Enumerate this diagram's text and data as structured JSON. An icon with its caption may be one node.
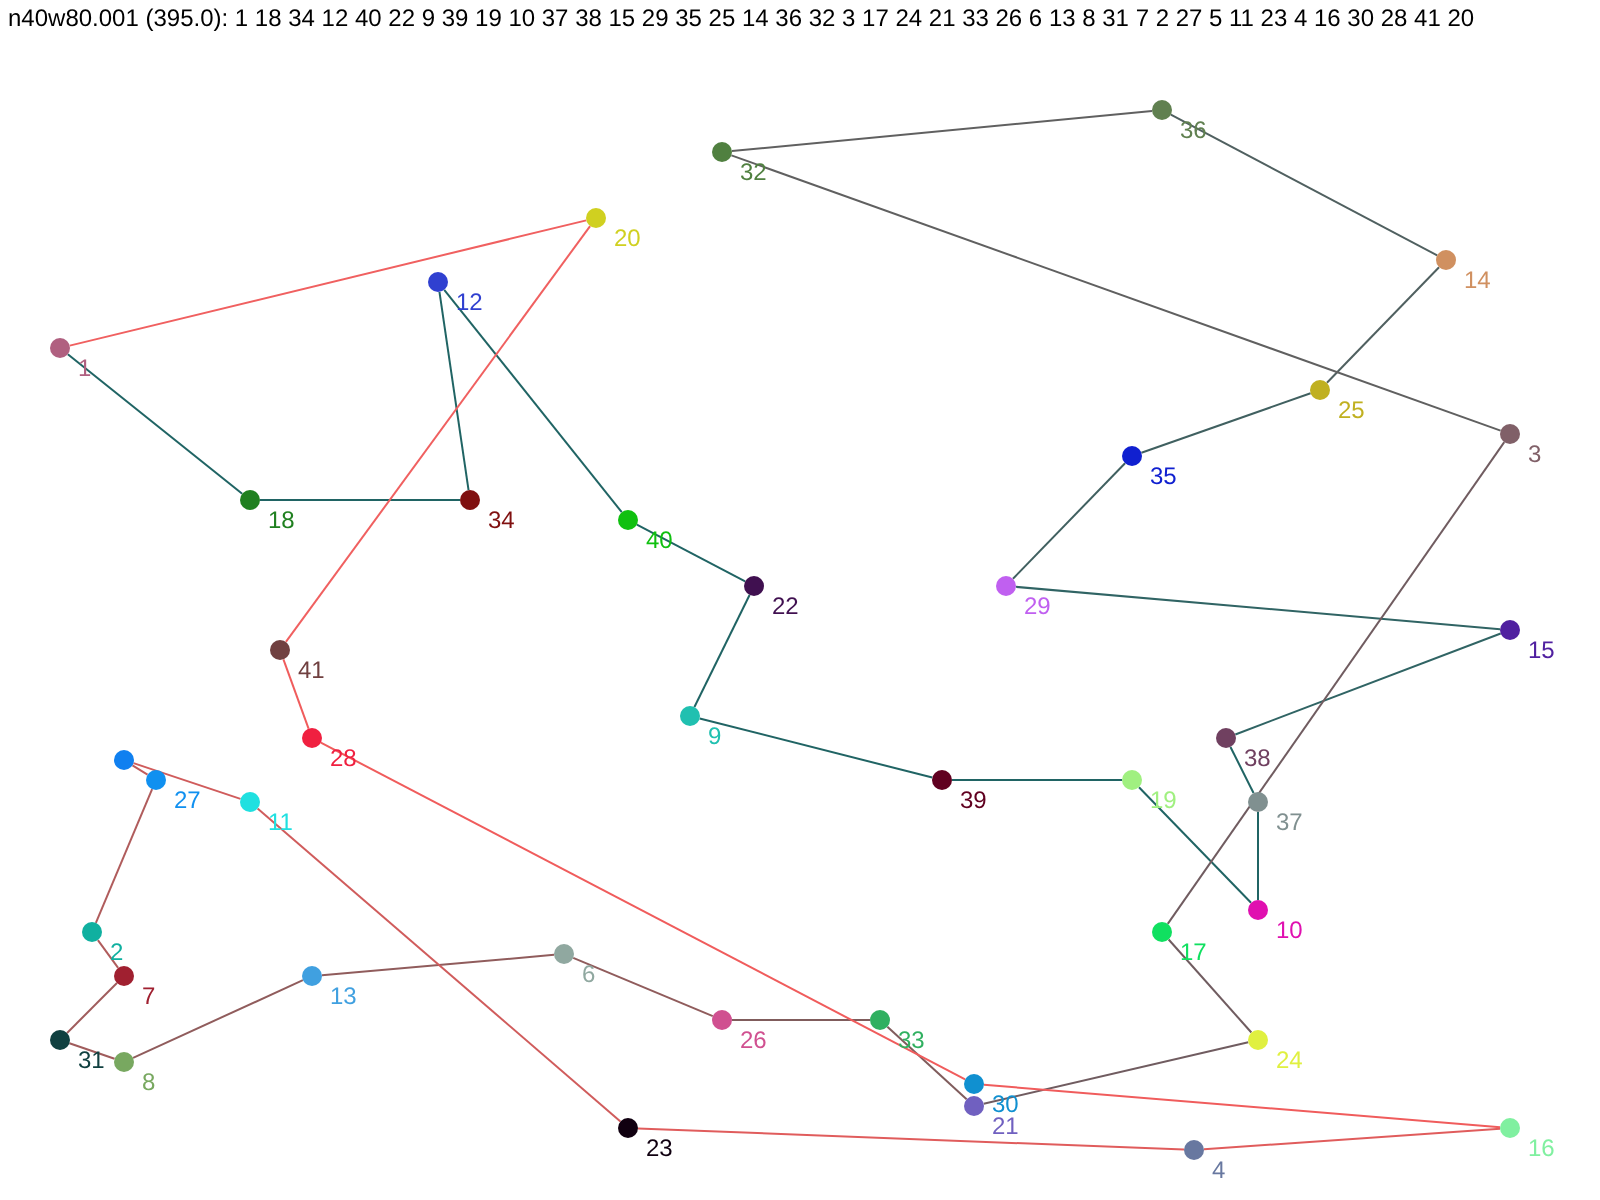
{
  "diagram": {
    "title": "n40w80.001 (395.0): 1 18 34 12 40 22 9 39 19 10 37 38 15 29 35 25 14 36 32 3 17 24 21 33 26 6 13 8 31 7 2 27 5 11 23 4 16 30 28 41 20",
    "nodes": [
      {
        "text": [],
        "shape": "circle",
        "beside": [
          "1"
        ]
      },
      {
        "text": [],
        "shape": "circle",
        "beside": [
          "2"
        ]
      },
      {
        "text": [],
        "shape": "circle",
        "beside": [
          "3"
        ]
      },
      {
        "text": [],
        "shape": "circle",
        "beside": [
          "4"
        ]
      },
      {
        "text": [],
        "shape": "circle"
      },
      {
        "text": [],
        "shape": "circle",
        "beside": [
          "6"
        ]
      },
      {
        "text": [],
        "shape": "circle",
        "beside": [
          "7"
        ]
      },
      {
        "text": [],
        "shape": "circle",
        "beside": [
          "8"
        ]
      },
      {
        "text": [],
        "shape": "circle",
        "beside": [
          "9"
        ]
      },
      {
        "text": [],
        "shape": "circle",
        "beside": [
          "10"
        ]
      },
      {
        "text": [],
        "shape": "circle",
        "beside": [
          "11"
        ]
      },
      {
        "text": [],
        "shape": "circle",
        "beside": [
          "12"
        ]
      },
      {
        "text": [],
        "shape": "circle",
        "beside": [
          "13"
        ]
      },
      {
        "text": [],
        "shape": "circle",
        "beside": [
          "14"
        ]
      },
      {
        "text": [],
        "shape": "circle",
        "beside": [
          "15"
        ]
      },
      {
        "text": [],
        "shape": "circle",
        "beside": [
          "16"
        ]
      },
      {
        "text": [],
        "shape": "circle",
        "beside": [
          "17"
        ]
      },
      {
        "text": [],
        "shape": "circle",
        "beside": [
          "18"
        ]
      },
      {
        "text": [],
        "shape": "circle",
        "beside": [
          "19"
        ]
      },
      {
        "text": [],
        "shape": "circle",
        "beside": [
          "20"
        ]
      },
      {
        "text": [],
        "shape": "circle",
        "beside": [
          "21"
        ]
      },
      {
        "text": [],
        "shape": "circle",
        "beside": [
          "22"
        ]
      },
      {
        "text": [],
        "shape": "circle",
        "beside": [
          "23"
        ]
      },
      {
        "text": [],
        "shape": "circle",
        "beside": [
          "24"
        ]
      },
      {
        "text": [],
        "shape": "circle",
        "beside": [
          "25"
        ]
      },
      {
        "text": [],
        "shape": "circle",
        "beside": [
          "26"
        ]
      },
      {
        "text": [],
        "shape": "circle",
        "beside": [
          "27"
        ]
      },
      {
        "text": [],
        "shape": "circle",
        "beside": [
          "28"
        ]
      },
      {
        "text": [],
        "shape": "circle",
        "beside": [
          "29"
        ]
      },
      {
        "text": [],
        "shape": "circle",
        "beside": [
          "30"
        ]
      },
      {
        "text": [],
        "shape": "circle",
        "beside": [
          "31"
        ]
      },
      {
        "text": [],
        "shape": "circle",
        "beside": [
          "32"
        ]
      },
      {
        "text": [],
        "shape": "circle",
        "beside": [
          "33"
        ]
      },
      {
        "text": [],
        "shape": "circle",
        "beside": [
          "34"
        ]
      },
      {
        "text": [],
        "shape": "circle",
        "beside": [
          "35"
        ]
      },
      {
        "text": [],
        "shape": "circle",
        "beside": [
          "36"
        ]
      },
      {
        "text": [],
        "shape": "circle",
        "beside": [
          "37"
        ]
      },
      {
        "text": [],
        "shape": "circle",
        "beside": [
          "38"
        ]
      },
      {
        "text": [],
        "shape": "circle",
        "beside": [
          "39"
        ]
      },
      {
        "text": [],
        "shape": "circle",
        "beside": [
          "40"
        ]
      },
      {
        "text": [],
        "shape": "circle",
        "beside": [
          "41"
        ]
      }
    ],
    "edges": [
      {
        "from": 0,
        "to": 17,
        "arrow": "none",
        "color": "#206464"
      },
      {
        "from": 17,
        "to": 33,
        "arrow": "none",
        "color": "#206464"
      },
      {
        "from": 33,
        "to": 11,
        "arrow": "none",
        "color": "#206464"
      },
      {
        "from": 11,
        "to": 39,
        "arrow": "none",
        "color": "#206464"
      },
      {
        "from": 39,
        "to": 21,
        "arrow": "none",
        "color": "#206464"
      },
      {
        "from": 21,
        "to": 8,
        "arrow": "none",
        "color": "#206464"
      },
      {
        "from": 8,
        "to": 38,
        "arrow": "none",
        "color": "#206464"
      },
      {
        "from": 38,
        "to": 18,
        "arrow": "none",
        "color": "#206464"
      },
      {
        "from": 18,
        "to": 9,
        "arrow": "none",
        "color": "#206464"
      },
      {
        "from": 9,
        "to": 36,
        "arrow": "none",
        "color": "#206464"
      },
      {
        "from": 36,
        "to": 37,
        "arrow": "none",
        "color": "#206464"
      },
      {
        "from": 37,
        "to": 14,
        "arrow": "none",
        "color": "#306464"
      },
      {
        "from": 14,
        "to": 28,
        "arrow": "none",
        "color": "#306464"
      },
      {
        "from": 28,
        "to": 34,
        "arrow": "none",
        "color": "#406060"
      },
      {
        "from": 34,
        "to": 24,
        "arrow": "none",
        "color": "#406060"
      },
      {
        "from": 24,
        "to": 13,
        "arrow": "none",
        "color": "#506060"
      },
      {
        "from": 13,
        "to": 35,
        "arrow": "none",
        "color": "#506060"
      },
      {
        "from": 35,
        "to": 31,
        "arrow": "none",
        "color": "#606060"
      },
      {
        "from": 31,
        "to": 2,
        "arrow": "none",
        "color": "#606060"
      },
      {
        "from": 2,
        "to": 16,
        "arrow": "none",
        "color": "#705c60"
      },
      {
        "from": 16,
        "to": 23,
        "arrow": "none",
        "color": "#705c60"
      },
      {
        "from": 23,
        "to": 20,
        "arrow": "none",
        "color": "#705c60"
      },
      {
        "from": 20,
        "to": 32,
        "arrow": "none",
        "color": "#805c5c"
      },
      {
        "from": 32,
        "to": 25,
        "arrow": "none",
        "color": "#805c5c"
      },
      {
        "from": 25,
        "to": 5,
        "arrow": "none",
        "color": "#905c5c"
      },
      {
        "from": 5,
        "to": 12,
        "arrow": "none",
        "color": "#905c5c"
      },
      {
        "from": 12,
        "to": 7,
        "arrow": "none",
        "color": "#905c5c"
      },
      {
        "from": 7,
        "to": 30,
        "arrow": "none",
        "color": "#a05c5c"
      },
      {
        "from": 30,
        "to": 6,
        "arrow": "none",
        "color": "#a05c5c"
      },
      {
        "from": 6,
        "to": 1,
        "arrow": "none",
        "color": "#b05c5c"
      },
      {
        "from": 1,
        "to": 26,
        "arrow": "none",
        "color": "#b05c5c"
      },
      {
        "from": 26,
        "to": 4,
        "arrow": "none",
        "color": "#c05c5c"
      },
      {
        "from": 4,
        "to": 10,
        "arrow": "none",
        "color": "#d05c5c"
      },
      {
        "from": 10,
        "to": 22,
        "arrow": "none",
        "color": "#d05c5c"
      },
      {
        "from": 22,
        "to": 3,
        "arrow": "none",
        "color": "#e05c5c"
      },
      {
        "from": 3,
        "to": 15,
        "arrow": "none",
        "color": "#e05c5c"
      },
      {
        "from": 15,
        "to": 29,
        "arrow": "none",
        "color": "#f05c5c"
      },
      {
        "from": 29,
        "to": 27,
        "arrow": "none",
        "color": "#f05c5c"
      },
      {
        "from": 27,
        "to": 40,
        "arrow": "none",
        "color": "#f05c5c"
      },
      {
        "from": 40,
        "to": 19,
        "arrow": "none",
        "color": "#f06060"
      },
      {
        "from": 19,
        "to": 0,
        "arrow": "none",
        "color": "#f06060"
      }
    ]
  }
}
